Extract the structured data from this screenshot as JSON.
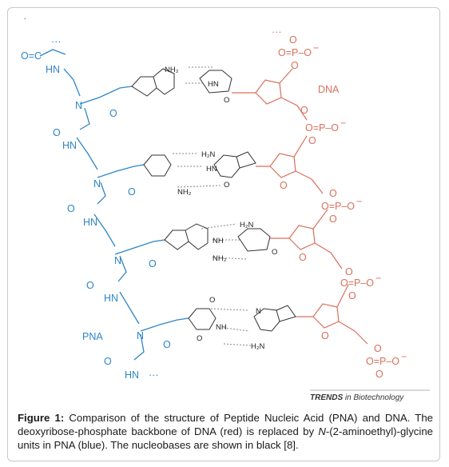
{
  "corner_mark": ".",
  "labels": {
    "pna": "PNA",
    "dna": "DNA",
    "credit_bold": "TRENDS",
    "credit_rest": " in Biotechnology"
  },
  "pna_backbone": {
    "top_carbonyl": "O=C",
    "top_dots": "···",
    "nh": "HN",
    "n": "N",
    "o": "O",
    "bottom_nh": "HN",
    "bottom_dots": "···"
  },
  "dna_backbone": {
    "top_dots": "···",
    "phosphate_o": "O",
    "phosphate_group": "O=P–O",
    "phosphate_charge": "−"
  },
  "bases": {
    "nh2": "NH₂",
    "h2n": "H₂N",
    "nh": "NH",
    "hn": "HN",
    "n": "N",
    "o": "O"
  },
  "caption": {
    "label": "Figure 1:",
    "text1": " Comparison of the structure of Peptide Nucleic Acid (PNA) and DNA. The deoxyribose-phosphate backbone of DNA (red) is replaced by ",
    "italic": "N",
    "text2": "-(2-aminoethyl)-glycine units in PNA (blue). The nucleobases are shown in black [8]."
  },
  "colors": {
    "pna": "#2e86c6",
    "dna": "#d9705c",
    "bases": "#222222"
  }
}
